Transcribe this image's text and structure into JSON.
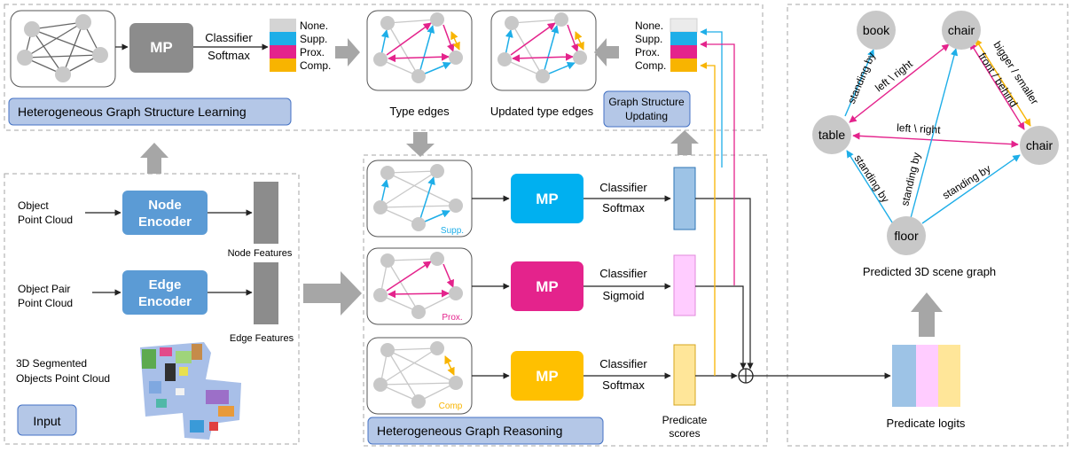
{
  "structure_learning": {
    "mp_label": "MP",
    "classifier_label": "Classifier",
    "softmax_label": "Softmax",
    "legend": [
      "None.",
      "Supp.",
      "Prox.",
      "Comp."
    ],
    "type_edges_caption": "Type edges",
    "updated_edges_caption": "Updated type edges",
    "updating_label_1": "Graph Structure",
    "updating_label_2": "Updating",
    "section_title": "Heterogeneous Graph Structure Learning"
  },
  "input": {
    "object_pc_1": "Object",
    "object_pc_2": "Point Cloud",
    "node_encoder_1": "Node",
    "node_encoder_2": "Encoder",
    "node_features": "Node Features",
    "pair_pc_1": "Object Pair",
    "pair_pc_2": "Point Cloud",
    "edge_encoder_1": "Edge",
    "edge_encoder_2": "Encoder",
    "edge_features": "Edge Features",
    "seg_1": "3D Segmented",
    "seg_2": "Objects Point Cloud",
    "input_label": "Input"
  },
  "reasoning": {
    "supp_tag": "Supp.",
    "prox_tag": "Prox.",
    "comp_tag": "Comp",
    "mp_label": "MP",
    "classifier_label": "Classifier",
    "softmax_label": "Softmax",
    "sigmoid_label": "Sigmoid",
    "predicate_scores_1": "Predicate",
    "predicate_scores_2": "scores",
    "section_title": "Heterogeneous Graph Reasoning"
  },
  "output": {
    "nodes": {
      "book": "book",
      "chair1": "chair",
      "table": "table",
      "chair2": "chair",
      "floor": "floor"
    },
    "edges": {
      "e1": "standing by",
      "e2": "left \\ right",
      "e3": "bigger / smaller",
      "e4": "front / behind",
      "e5": "left \\ right",
      "e6": "standing by",
      "e7": "standing by",
      "e8": "standing by"
    },
    "scene_graph_caption": "Predicted 3D scene graph",
    "predicate_logits": "Predicate logits"
  },
  "colors": {
    "supp": "#1EAEE8",
    "prox": "#E4238C",
    "comp": "#F8B400",
    "none": "#D4D4D4",
    "section_fill": "#B4C7E7",
    "encoder": "#5B9BD5",
    "mp_gray": "#8C8C8C",
    "node_gray": "#C8C8C8"
  }
}
